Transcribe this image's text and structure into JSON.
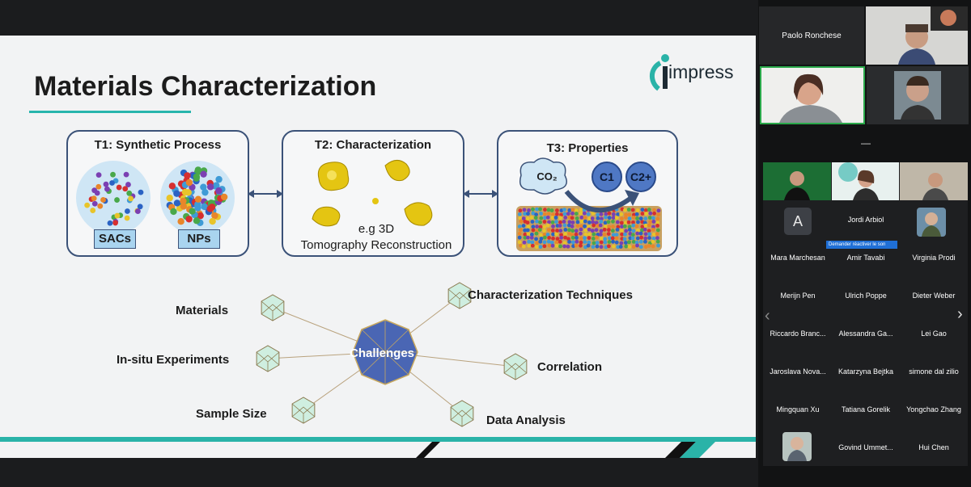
{
  "slide": {
    "logo_text": "impress",
    "title": "Materials Characterization",
    "panels": [
      {
        "title": "T1: Synthetic Process",
        "tags": [
          "SACs",
          "NPs"
        ]
      },
      {
        "title": "T2: Characterization",
        "caption_line1": "e.g 3D",
        "caption_line2": "Tomography Reconstruction"
      },
      {
        "title": "T3: Properties",
        "bubbles": [
          "CO₂",
          "C1",
          "C2+"
        ]
      }
    ],
    "mindmap": {
      "center": "Challenges",
      "nodes": [
        "Materials",
        "In-situ Experiments",
        "Sample Size",
        "Characterization Techniques",
        "Correlation",
        "Data Analysis"
      ]
    }
  },
  "sidebar": {
    "pinned": [
      "Paolo Ronchese"
    ],
    "minimize_symbol": "—",
    "avatar_letter": "A",
    "speaker_names": {
      "first": "Jordi Arbiol"
    },
    "tooltip": "Demander réactiver le son",
    "participants": [
      "Mara Marchesan",
      "Amir Tavabi",
      "Virginia Prodi",
      "Merijn Pen",
      "Ulrich Poppe",
      "Dieter Weber",
      "Riccardo Branc...",
      "Alessandra Ga...",
      "Lei Gao",
      "Jaroslava Nova...",
      "Katarzyna Bejtka",
      "simone dal zilio",
      "Mingquan Xu",
      "Tatiana Gorelik",
      "Yongchao Zhang",
      "",
      "Govind Ummet...",
      "Hui Chen"
    ],
    "prev_symbol": "‹",
    "next_symbol": "›",
    "colors": {
      "accent": "#2ab3a8",
      "navy": "#3b5278",
      "bar": "#1f6fd6"
    }
  }
}
